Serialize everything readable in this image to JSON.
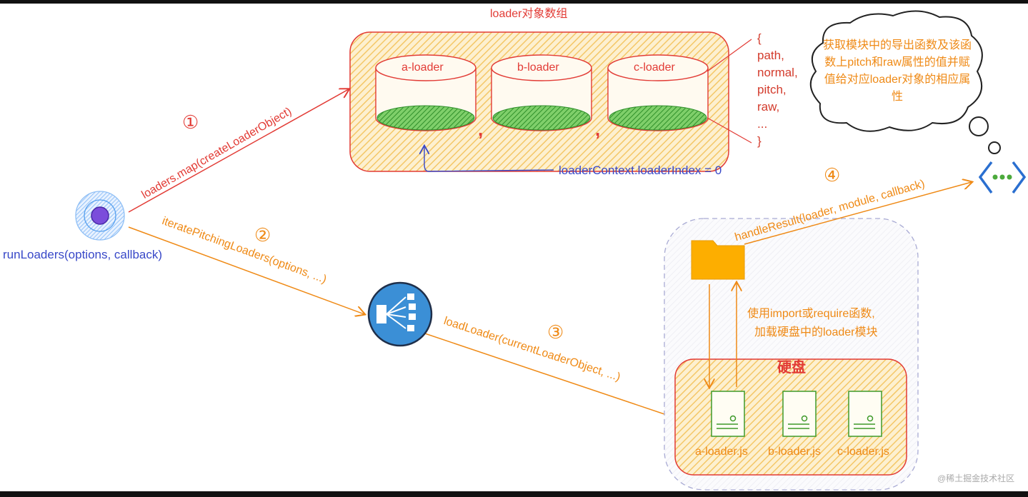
{
  "title": "loader对象数组",
  "loaders": [
    "a-loader",
    "b-loader",
    "c-loader"
  ],
  "separator": ",",
  "object_props": [
    "{",
    "path,",
    "normal,",
    "pitch,",
    "raw,",
    "...",
    "}"
  ],
  "steps": [
    {
      "number": "①",
      "label": "loaders.map(createLoaderObject)"
    },
    {
      "number": "②",
      "label": "iteratePitchingLoaders(options, ...)"
    },
    {
      "number": "③",
      "label": "loadLoader(currentLoaderObject, ...)"
    },
    {
      "number": "④",
      "label": "handleResult(loader, module, callback)"
    }
  ],
  "entry_label": "runLoaders(options, callback)",
  "loader_index_label": "loaderContext.loaderIndex = 0",
  "cloud_text": "获取模块中的导出函数及该函数上pitch和raw属性的值并赋值给对应loader对象的相应属性",
  "require_note": [
    "使用import或require函数,",
    "加载硬盘中的loader模块"
  ],
  "disk_title": "硬盘",
  "disk_files": [
    "a-loader.js",
    "b-loader.js",
    "c-loader.js"
  ],
  "watermark": "@稀土掘金技术社区",
  "colors": {
    "red": "#e23b35",
    "orange": "#ef8a16",
    "blue": "#3848c8",
    "green": "#3e9a2a",
    "yellow": "#fbe3a6"
  }
}
